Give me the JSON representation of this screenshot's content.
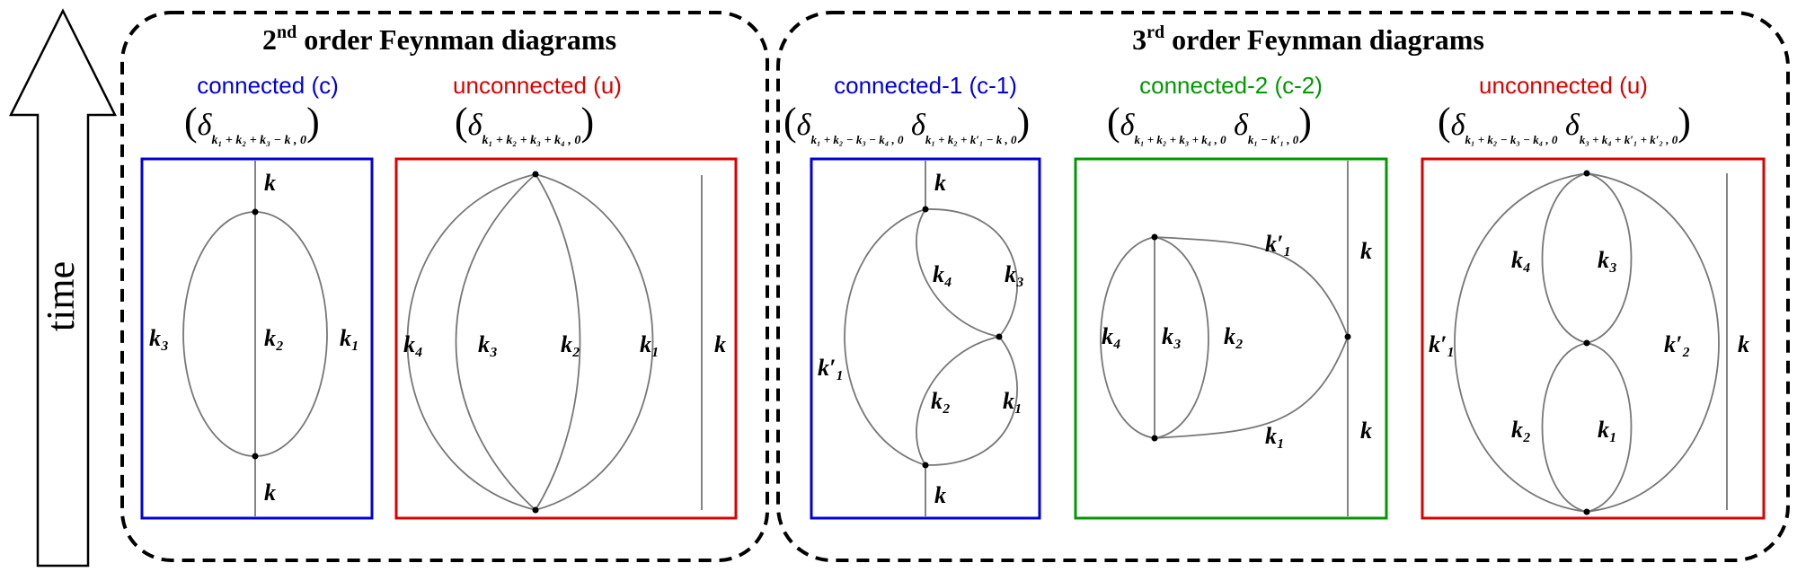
{
  "time_label": "time",
  "panels": {
    "second": {
      "title": {
        "main": "2",
        "sup": "nd",
        "rest": " order Feynman diagrams"
      },
      "connected": {
        "label": "connected",
        "tag": "(c)",
        "color": "#0000dd",
        "delta": {
          "sub": "k₁ + k₂ + k₃ − k , 0"
        },
        "edges": {
          "top": "k",
          "bottom": "k",
          "left": "k₃",
          "mid": "k₂",
          "right": "k₁"
        }
      },
      "unconnected": {
        "label": "unconnected",
        "tag": "(u)",
        "color": "#dd0000",
        "delta": {
          "sub": "k₁ + k₂ + k₃ + k₄ , 0"
        },
        "edges": {
          "a": "k₄",
          "b": "k₃",
          "c": "k₂",
          "d": "k₁",
          "line": "k"
        }
      }
    },
    "third": {
      "title": {
        "main": "3",
        "sup": "rd",
        "rest": " order Feynman diagrams"
      },
      "connected1": {
        "label": "connected-1",
        "tag": "(c-1)",
        "color": "#0000dd",
        "delta1": "k₁ + k₂ − k₃ − k₄ , 0",
        "delta2": "k₁ + k₂ + k′₁ − k , 0",
        "edges": {
          "top": "k",
          "bottom": "k",
          "left": "k′₁",
          "k4": "k₄",
          "k3": "k₃",
          "k2": "k₂",
          "k1": "k₁"
        }
      },
      "connected2": {
        "label": "connected-2",
        "tag": "(c-2)",
        "color": "#009900",
        "delta1": "k₁ + k₂ + k₃ + k₄ , 0",
        "delta2": "k₁ − k′₁ , 0",
        "edges": {
          "k4": "k₄",
          "k3": "k₃",
          "k2": "k₂",
          "k1p": "k′₁",
          "k1": "k₁",
          "ktop": "k",
          "kbot": "k"
        }
      },
      "unconnected": {
        "label": "unconnected",
        "tag": "(u)",
        "color": "#dd0000",
        "delta1": "k₁ + k₂ − k₃ − k₄ , 0",
        "delta2": "k₃ + k₄ + k′₁ + k′₂ , 0",
        "edges": {
          "k4": "k₄",
          "k3": "k₃",
          "k2": "k₂",
          "k1": "k₁",
          "k1p": "k′₁",
          "k2p": "k′₂",
          "line": "k"
        }
      }
    }
  }
}
